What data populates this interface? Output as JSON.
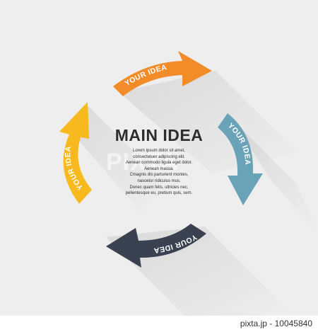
{
  "diagram": {
    "main_title": "MAIN IDEA",
    "body_lines": [
      "Lorem ipsum dolor sit amet,",
      "consectetuer adipiscing elit.",
      "Aenean commodo ligula eget dolor.",
      "Aenean massa.",
      "Cmagnis dis parturient montes,",
      "nascetur ridiculus mus.",
      "Donec quam felis, ultricies nec,",
      "pellentesque eu, pretium quis, sem."
    ],
    "arrows": [
      {
        "label": "YOUR IDEA",
        "color": "#f28c28"
      },
      {
        "label": "YOUR IDEA",
        "color": "#6aa3b7"
      },
      {
        "label": "YOUR IDEA",
        "color": "#3a4150"
      },
      {
        "label": "YOUR IDEA",
        "color": "#f7b91d"
      }
    ]
  },
  "watermark": "PIXTA",
  "footer": {
    "text": "pixta.jp - 10045840"
  }
}
